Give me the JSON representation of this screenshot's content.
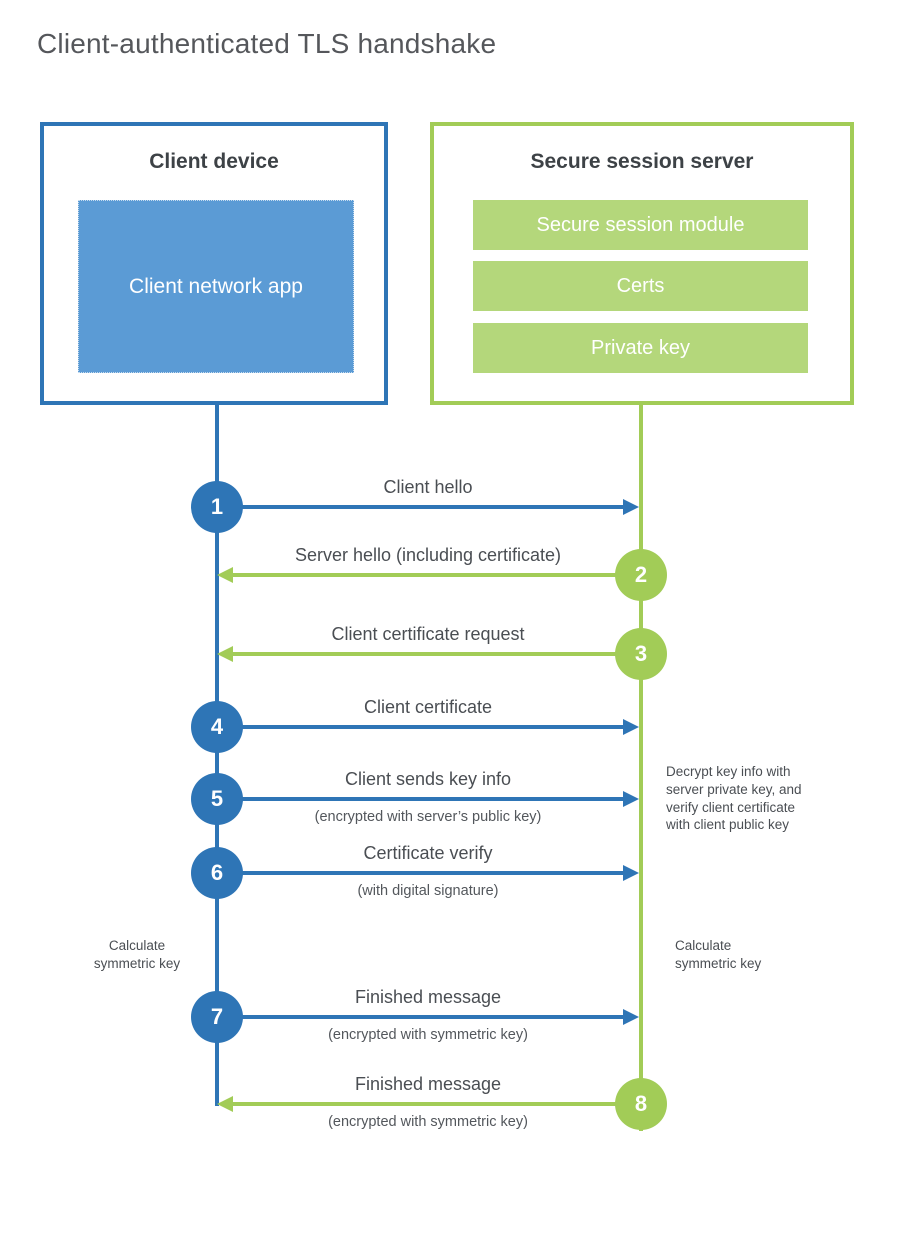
{
  "title": "Client-authenticated TLS handshake",
  "client_box": {
    "title": "Client device",
    "app_label": "Client network app"
  },
  "server_box": {
    "title": "Secure session server",
    "modules": [
      "Secure session module",
      "Certs",
      "Private key"
    ]
  },
  "steps": [
    {
      "num": "1",
      "from": "client",
      "to": "server",
      "label": "Client hello",
      "sub": ""
    },
    {
      "num": "2",
      "from": "server",
      "to": "client",
      "label": "Server hello (including certificate)",
      "sub": ""
    },
    {
      "num": "3",
      "from": "server",
      "to": "client",
      "label": "Client certificate request",
      "sub": ""
    },
    {
      "num": "4",
      "from": "client",
      "to": "server",
      "label": "Client certificate",
      "sub": ""
    },
    {
      "num": "5",
      "from": "client",
      "to": "server",
      "label": "Client sends key info",
      "sub": "(encrypted with server’s public key)"
    },
    {
      "num": "6",
      "from": "client",
      "to": "server",
      "label": "Certificate verify",
      "sub": "(with digital signature)"
    },
    {
      "num": "7",
      "from": "client",
      "to": "server",
      "label": "Finished message",
      "sub": "(encrypted with symmetric key)"
    },
    {
      "num": "8",
      "from": "server",
      "to": "client",
      "label": "Finished message",
      "sub": "(encrypted with symmetric key)"
    }
  ],
  "annotations": {
    "server_note_lines": [
      "Decrypt key info with",
      "server private key, and",
      "verify client certificate",
      "with client public key"
    ],
    "client_calc_lines": [
      "Calculate",
      "symmetric key"
    ],
    "server_calc_lines": [
      "Calculate",
      "symmetric key"
    ]
  },
  "colors": {
    "client_blue": "#2e75b6",
    "client_blue_light": "#5b9bd5",
    "server_green": "#a2cc57",
    "server_green_light": "#b4d77b",
    "text": "#4a4e53",
    "heading": "#3d4246",
    "title": "#55575b"
  }
}
